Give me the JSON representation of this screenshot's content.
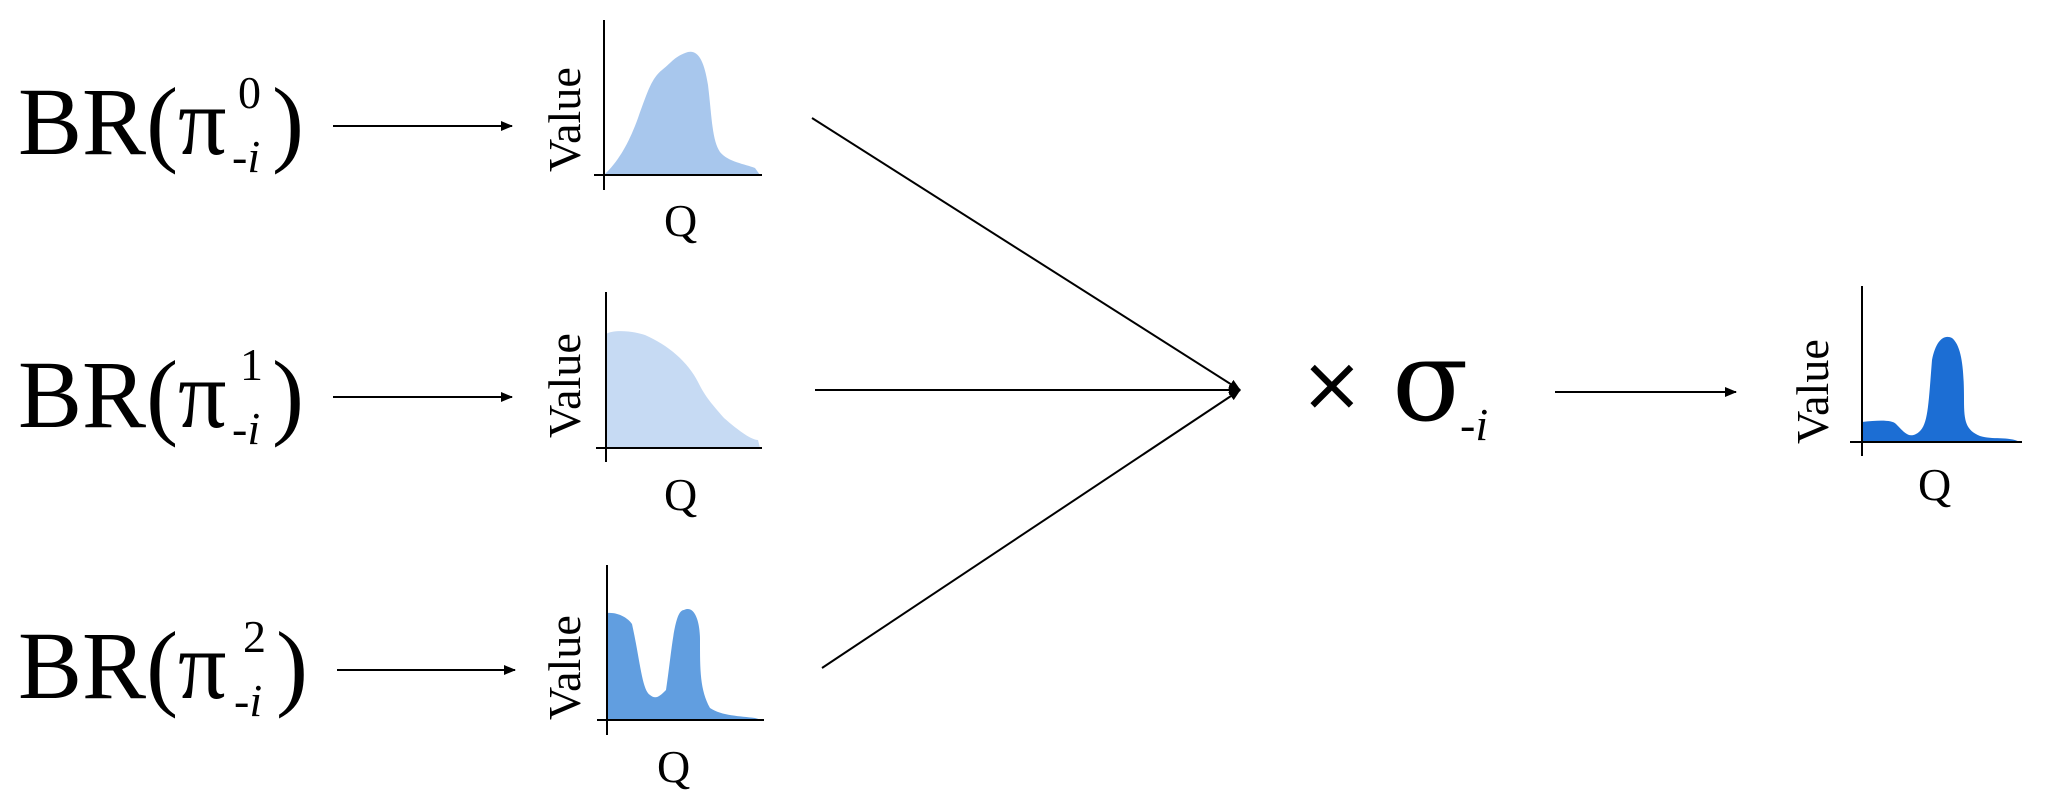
{
  "inputs": [
    {
      "label_main": "BR(π",
      "superscript": "0",
      "subscript": "-i",
      "label_close": ")",
      "fill_color": "#a8c7ed",
      "y_axis_label": "Value",
      "x_axis_label": "Q"
    },
    {
      "label_main": "BR(π",
      "superscript": "1",
      "subscript": "-i",
      "label_close": ")",
      "fill_color": "#c6daf3",
      "y_axis_label": "Value",
      "x_axis_label": "Q"
    },
    {
      "label_main": "BR(π",
      "superscript": "2",
      "subscript": "-i",
      "label_close": ")",
      "fill_color": "#619ee0",
      "y_axis_label": "Value",
      "x_axis_label": "Q"
    }
  ],
  "operator": {
    "times": "×",
    "sigma": "σ",
    "subscript": "-i"
  },
  "output": {
    "fill_color": "#1c6ed4",
    "y_axis_label": "Value",
    "x_axis_label": "Q"
  }
}
